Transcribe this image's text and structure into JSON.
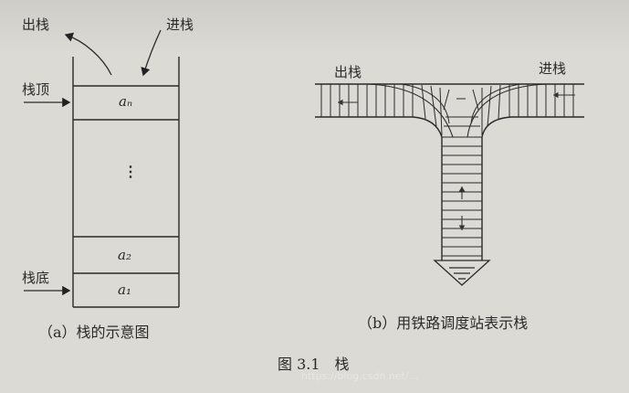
{
  "figure_a": {
    "label_pop": "出栈",
    "label_push": "进栈",
    "label_top": "栈顶",
    "label_bottom": "栈底",
    "cell_top": "aₙ",
    "cell_ellipsis": "⋮",
    "cell_2": "a₂",
    "cell_1": "a₁",
    "caption": "（a）栈的示意图"
  },
  "figure_b": {
    "label_pop": "出栈",
    "label_push": "进栈",
    "caption": "（b）用铁路调度站表示栈"
  },
  "figure_title": "图 3.1　栈",
  "watermark": "https://blog.csdn.net/..."
}
